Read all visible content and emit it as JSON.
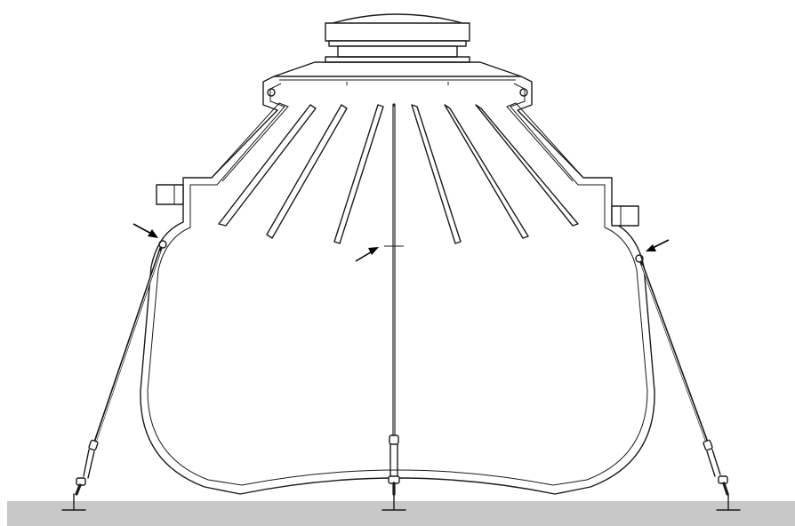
{
  "diagram": {
    "colors": {
      "line": "#1a1a1a",
      "ground": "#c8c8c8",
      "background": "#ffffff"
    },
    "components": {
      "tank": "tank-body",
      "manhole": "manhole-cover",
      "ribs": "rib-slot",
      "straps": "hold-down-strap",
      "turnbuckles": "turnbuckle",
      "anchors": "ground-anchor",
      "arrows": "pointer-arrow",
      "ground": "ground-slab"
    }
  }
}
